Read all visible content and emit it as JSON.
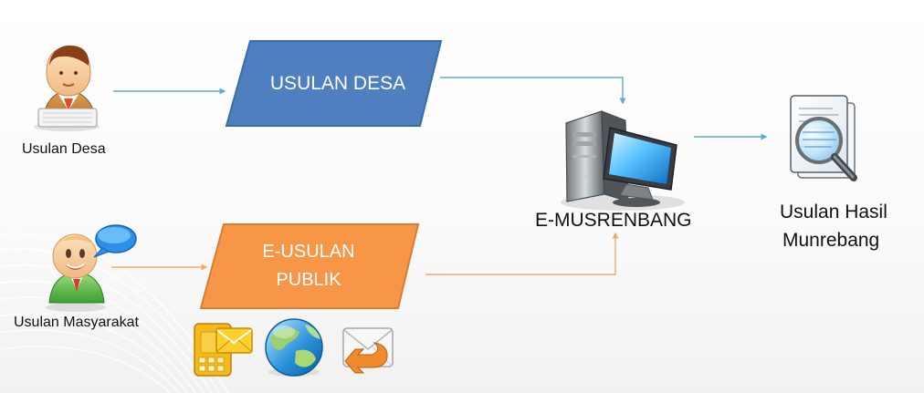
{
  "nodes": {
    "desa_person_label": "Usulan Desa",
    "masyarakat_person_label": "Usulan Masyarakat",
    "usulan_desa_box": "USULAN DESA",
    "e_usulan_box_line1": "E-USULAN",
    "e_usulan_box_line2": "PUBLIK",
    "server_label": "E-MUSRENBANG",
    "result_label_line1": "Usulan Hasil",
    "result_label_line2": "Munrebang"
  },
  "colors": {
    "desa_box": "#4f7fbe",
    "desa_box_border": "#3b6ca8",
    "publik_box": "#f79646",
    "publik_box_border": "#d97d30",
    "desa_arrow": "#5fa8d8",
    "publik_arrow": "#f4a76c"
  },
  "icons": [
    "person-at-computer-icon",
    "smiling-person-speech-icon",
    "sim-card-mail-icon",
    "globe-icon",
    "mail-reply-icon",
    "computer-server-icon",
    "document-magnifier-icon"
  ]
}
